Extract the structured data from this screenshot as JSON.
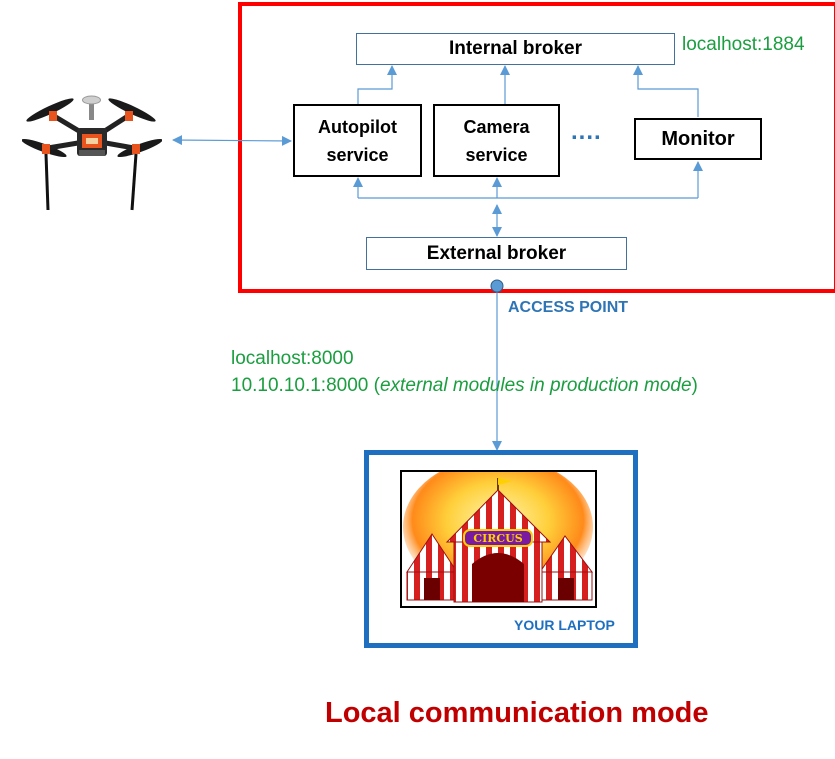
{
  "diagram": {
    "colors": {
      "red_frame": "#ff0000",
      "blue_frame": "#1f6fc0",
      "connector": "#5b9bd5",
      "green_text": "#1a9e3f",
      "title": "#c00000"
    },
    "nodes": {
      "internal_broker": "Internal broker",
      "autopilot": [
        "Autopilot",
        "service"
      ],
      "camera": [
        "Camera",
        "service"
      ],
      "ellipsis": "....",
      "monitor": "Monitor",
      "external_broker": "External broker"
    },
    "labels": {
      "internal_port": "localhost:1884",
      "access_point": "ACCESS POINT",
      "local_addr": "localhost:8000",
      "prod_addr": "10.10.10.1:8000 (",
      "prod_note": "external modules in production mode",
      "prod_close": ")",
      "laptop": "YOUR LAPTOP",
      "circus_sign": "CIRCUS"
    },
    "title": "Local communication mode"
  }
}
